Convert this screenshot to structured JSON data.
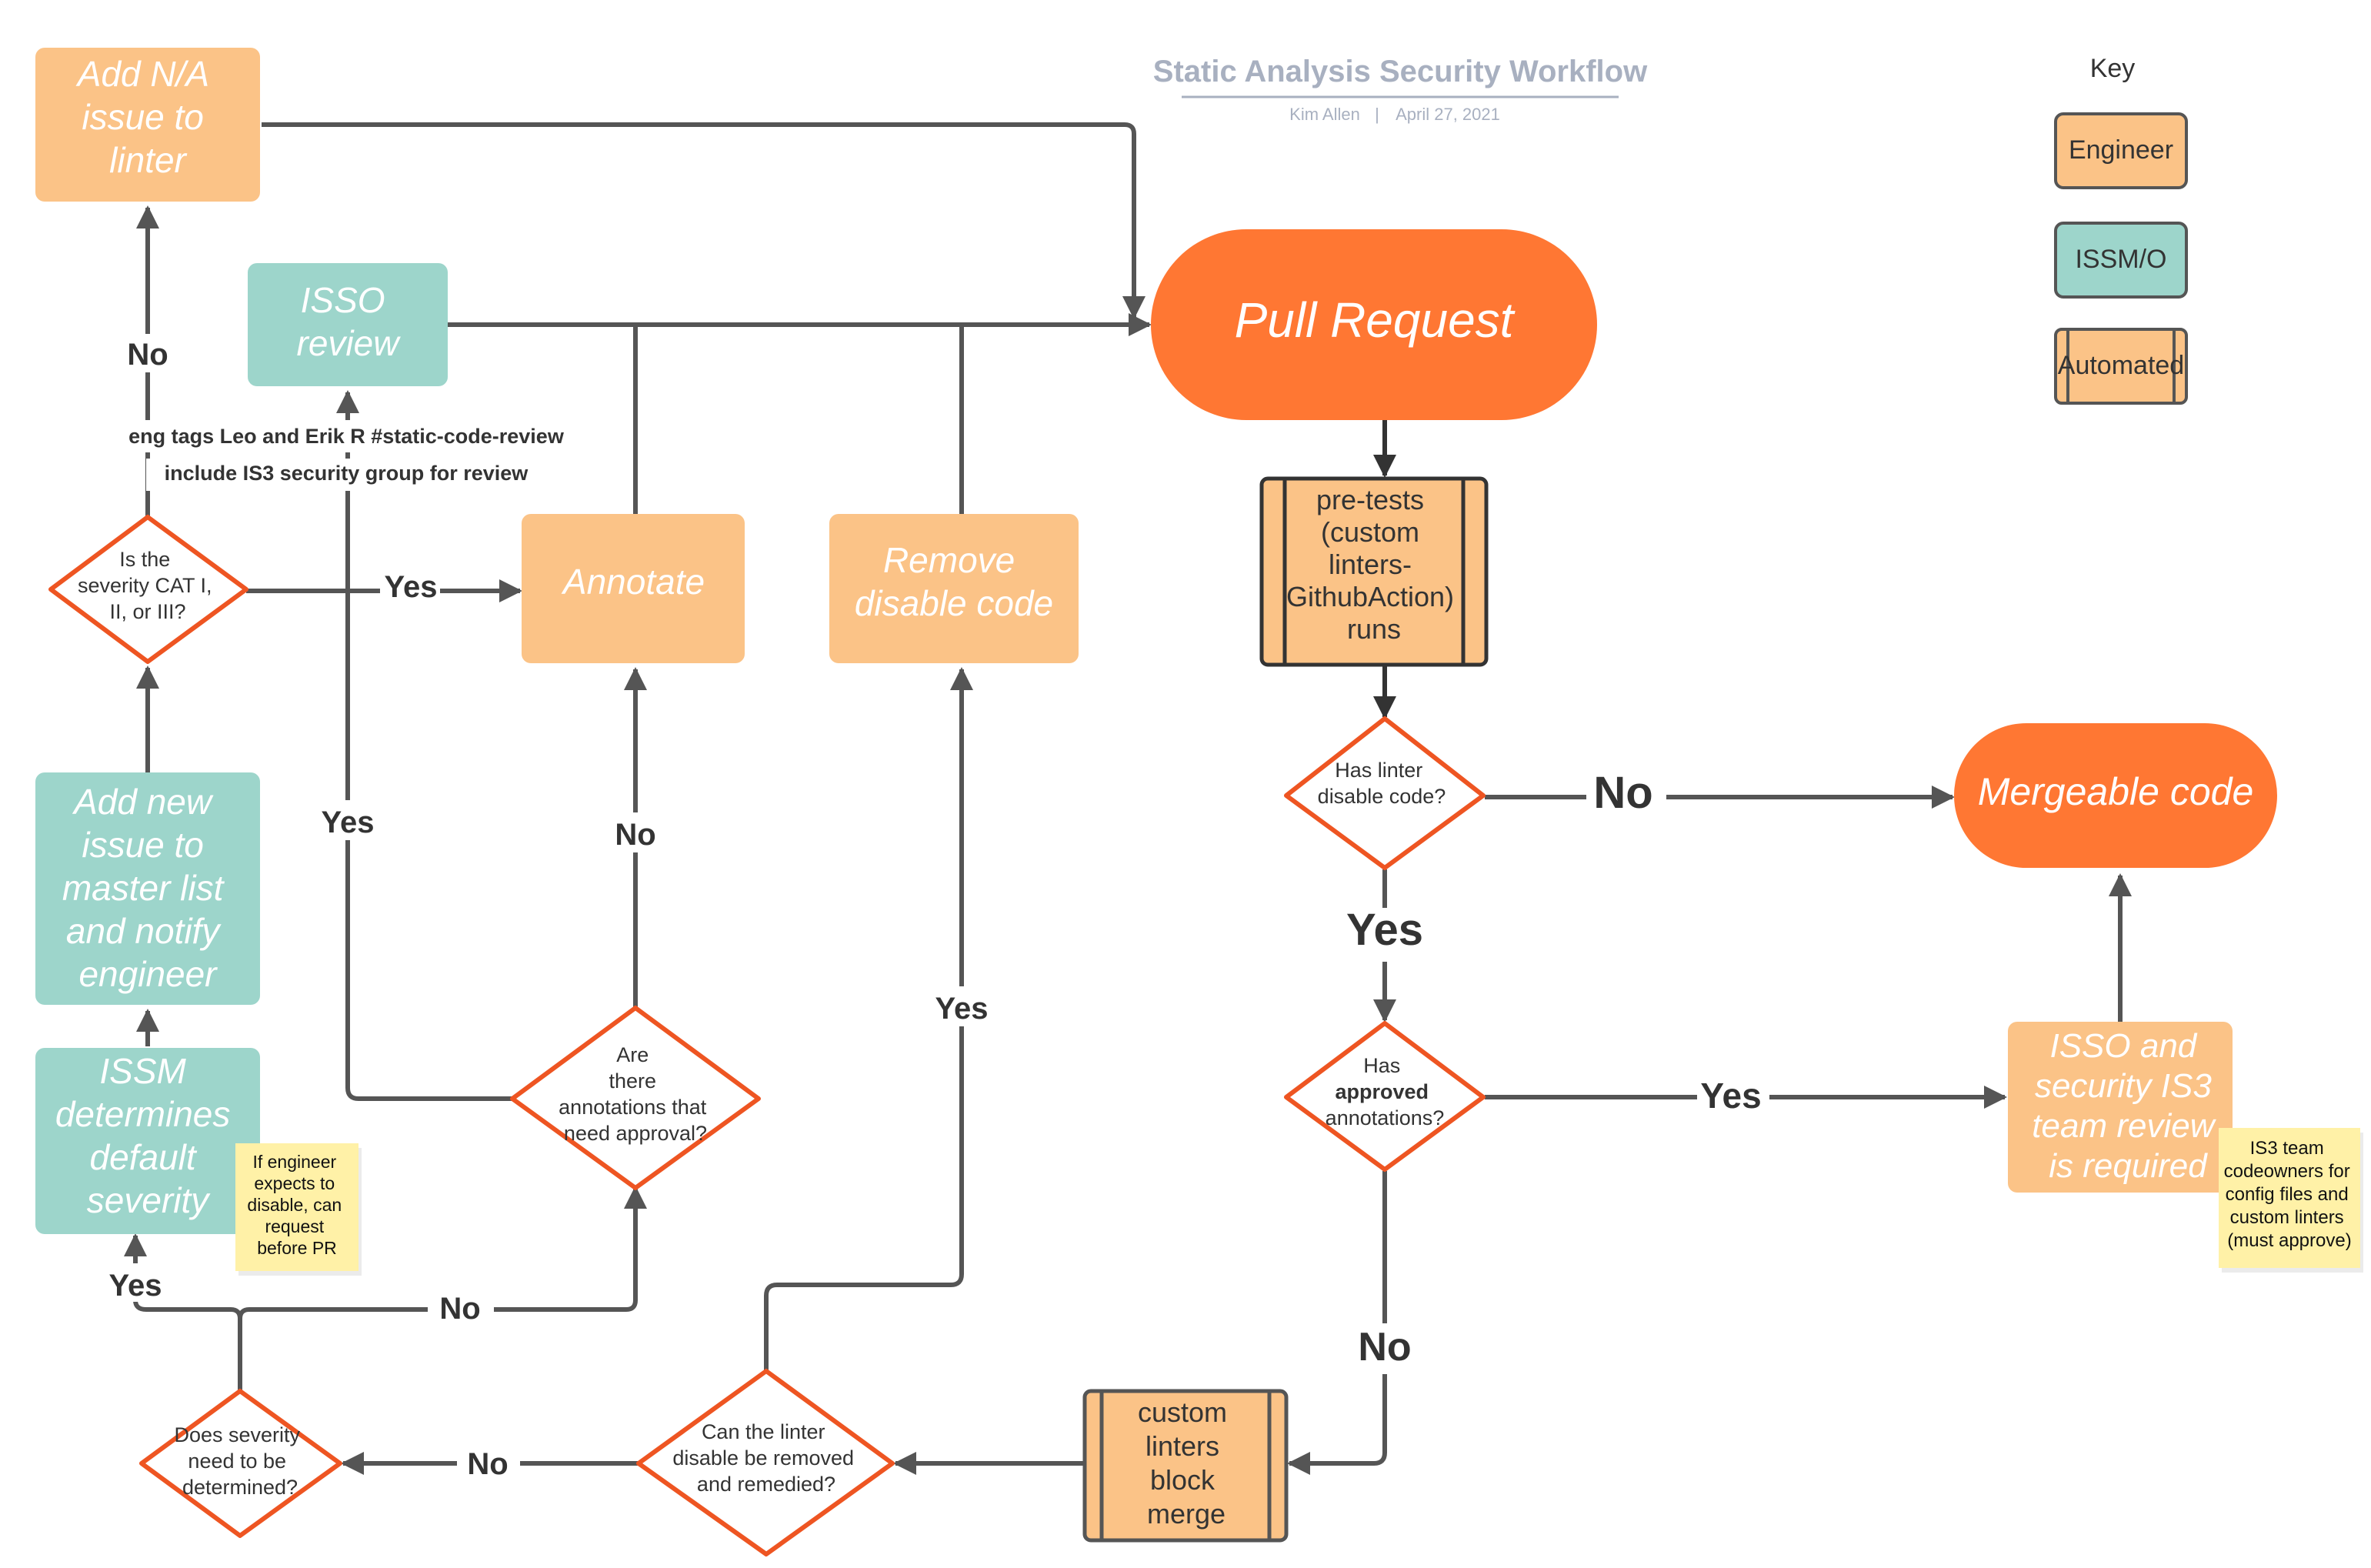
{
  "header": {
    "title": "Static Analysis Security Workflow",
    "author": "Kim Allen",
    "separator": "|",
    "date": "April 27, 2021"
  },
  "legend": {
    "title": "Key",
    "engineer": "Engineer",
    "issso": "ISSM/O",
    "automated": "Automated"
  },
  "colors": {
    "engineer_fill": "#FBC387",
    "issso_fill": "#9DD5CB",
    "terminal_fill": "#FF7733",
    "decision_stroke": "#EE5522",
    "line": "#555555",
    "note_fill": "#FFF1A7",
    "title": "#A8B0C0"
  },
  "nodes": {
    "add_na": [
      "Add N/A",
      "issue to",
      "linter"
    ],
    "isso_review": [
      "ISSO",
      "review"
    ],
    "pull_request": "Pull Request",
    "pretests": [
      "pre-tests",
      "(custom",
      "linters-",
      "GithubAction)",
      "runs"
    ],
    "severity_q": [
      "Is the",
      "severity CAT I,",
      "II, or III?"
    ],
    "annotate": "Annotate",
    "remove_disable": [
      "Remove",
      "disable code"
    ],
    "has_disable_q": [
      "Has linter",
      "disable code?"
    ],
    "mergeable": "Mergeable code",
    "add_new_issue": [
      "Add new",
      "issue to",
      "master list",
      "and notify",
      "engineer"
    ],
    "annotations_approval_q": [
      "Are",
      "there",
      "annotations that",
      "need approval?"
    ],
    "approved_q": [
      "Has",
      "approved",
      "annotations?"
    ],
    "isso_is3_review": [
      "ISSO and",
      "security IS3",
      "team review",
      "is required"
    ],
    "issm_determines": [
      "ISSM",
      "determines",
      "default",
      "severity"
    ],
    "severity_needed_q": [
      "Does severity",
      "need to be",
      "determined?"
    ],
    "linter_removed_q": [
      "Can the linter",
      "disable be removed",
      "and remedied?"
    ],
    "custom_block": [
      "custom",
      "linters",
      "block",
      "merge"
    ]
  },
  "notes": {
    "engineer_expects": [
      "If engineer",
      "expects to",
      "disable, can",
      "request",
      "before PR"
    ],
    "is3_codeowners": [
      "IS3 team",
      "codeowners for",
      "config files and",
      "custom linters",
      "(must approve)"
    ],
    "eng_tags": "eng tags Leo and Erik R #static-code-review",
    "include_is3": "include IS3 security group for review"
  },
  "edge_labels": {
    "no": "No",
    "yes": "Yes"
  }
}
